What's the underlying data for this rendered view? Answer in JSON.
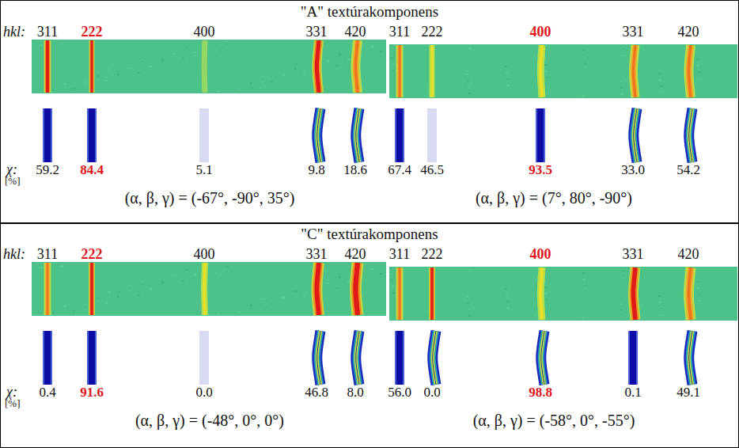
{
  "diagram": {
    "nodes": [
      {
        "text": [
          "\"A\" textúrakomponens"
        ]
      },
      {
        "text": [
          "\"C\" textúrakomponens"
        ]
      }
    ],
    "labels": [
      "hkl:",
      "311",
      "222",
      "400",
      "331",
      "420",
      "311",
      "222",
      "400",
      "331",
      "420",
      "χ:",
      "59.2",
      "84.4",
      "5.1",
      "9.8",
      "18.6",
      "67.4",
      "46.5",
      "93.5",
      "33.0",
      "54.2",
      "[%]",
      "(α, β, γ) = (-67°, -90°, 35°)",
      "(α, β, γ) = (7°, 80°, -90°)",
      "hkl:",
      "311",
      "222",
      "400",
      "331",
      "420",
      "311",
      "222",
      "400",
      "331",
      "420",
      "χ:",
      "0.4",
      "91.6",
      "0.0",
      "46.8",
      "8.0",
      "56.0",
      "0.0",
      "98.8",
      "0.1",
      "49.1",
      "[%]",
      "(α, β, γ) = (-48°, 0°, 0°)",
      "(α, β, γ) = (-58°, 0°, -55°)"
    ]
  }
}
